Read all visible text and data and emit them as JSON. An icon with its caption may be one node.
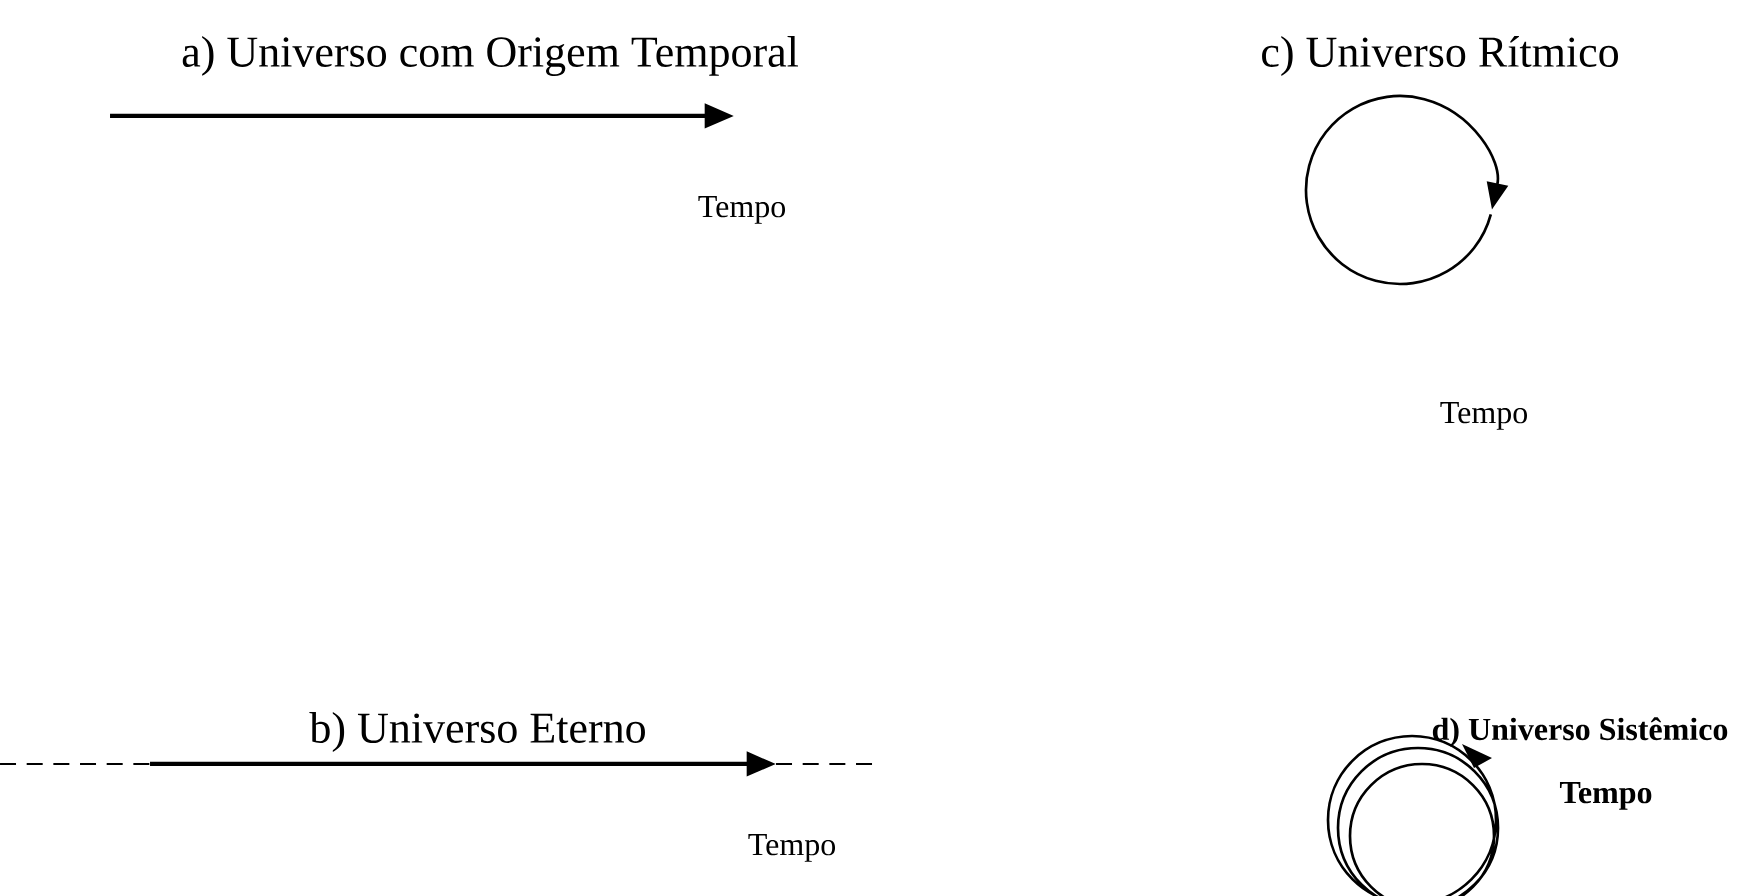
{
  "diagram": {
    "labels": [
      "a) Universo com Origem Temporal",
      "c) Universo Rítmico",
      "Tempo",
      "Tempo",
      "b) Universo Eterno",
      "d) Universo Sistêmico",
      "Tempo",
      "Tempo"
    ]
  }
}
